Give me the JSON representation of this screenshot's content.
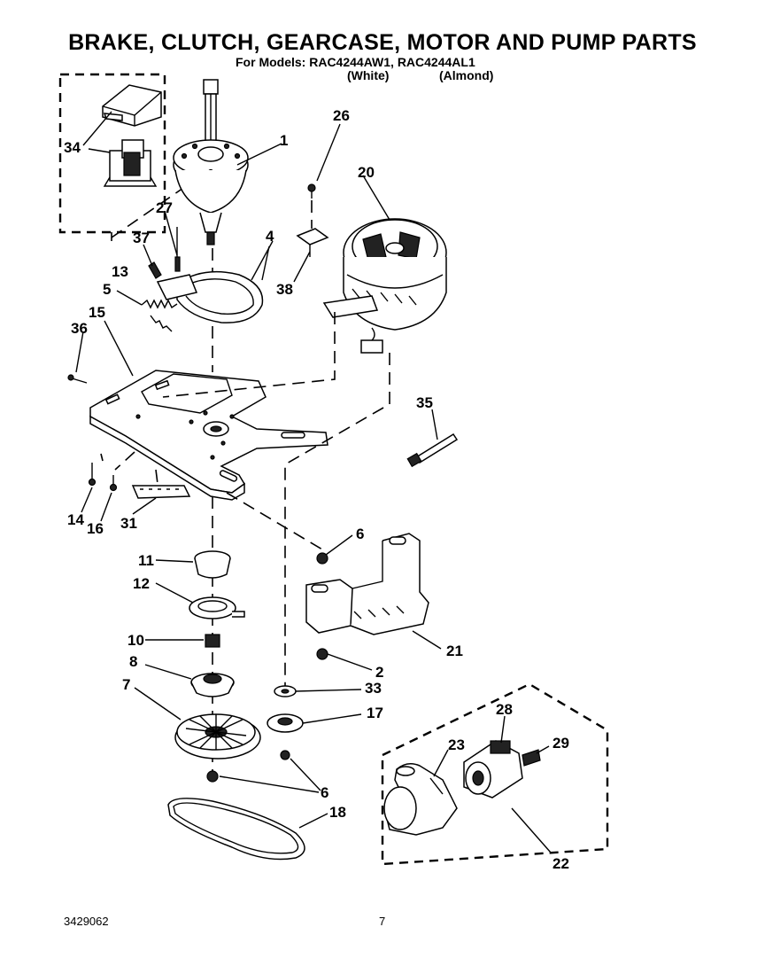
{
  "header": {
    "title": "BRAKE, CLUTCH, GEARCASE, MOTOR AND PUMP PARTS",
    "subtitle": "For Models: RAC4244AW1, RAC4244AL1",
    "color_white": "(White)",
    "color_almond": "(Almond)"
  },
  "callouts": {
    "p1": "1",
    "p2": "2",
    "p4": "4",
    "p5": "5",
    "p6a": "6",
    "p6b": "6",
    "p7": "7",
    "p8": "8",
    "p10": "10",
    "p11": "11",
    "p12": "12",
    "p13": "13",
    "p14": "14",
    "p15": "15",
    "p16": "16",
    "p17": "17",
    "p18": "18",
    "p20": "20",
    "p21": "21",
    "p22": "22",
    "p23": "23",
    "p26": "26",
    "p27": "27",
    "p28": "28",
    "p29": "29",
    "p31": "31",
    "p33": "33",
    "p34": "34",
    "p35": "35",
    "p36": "36",
    "p37": "37",
    "p38": "38"
  },
  "footer": {
    "doc_number": "3429062",
    "page_number": "7"
  }
}
